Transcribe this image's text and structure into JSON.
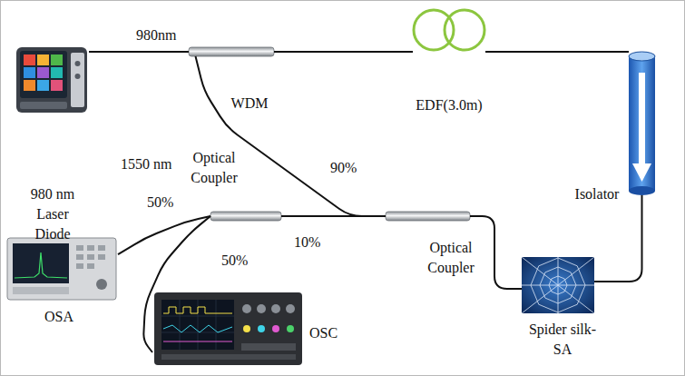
{
  "diagram": {
    "nodes": [
      {
        "text": [
          "980 nm Laser Diode"
        ]
      },
      {
        "text": [
          "WDM"
        ]
      },
      {
        "text": [
          "EDF(3.0m)"
        ]
      },
      {
        "text": [
          "Isolator"
        ]
      },
      {
        "text": [
          "Spider silk-SA"
        ]
      },
      {
        "text": [
          "Optical Coupler"
        ]
      },
      {
        "text": [
          "Optical Coupler"
        ]
      },
      {
        "text": [
          "OSA"
        ]
      },
      {
        "text": [
          "OSC"
        ]
      }
    ],
    "edges": [
      {
        "from": 0,
        "to": 1,
        "label": "980nm",
        "arrow": "none"
      },
      {
        "from": 1,
        "to": 2,
        "arrow": "none"
      },
      {
        "from": 2,
        "to": 3,
        "arrow": "none"
      },
      {
        "from": 3,
        "to": 4,
        "arrow": "none"
      },
      {
        "from": 4,
        "to": 5,
        "arrow": "none"
      },
      {
        "from": 5,
        "to": 1,
        "label": "90%",
        "arrow": "none"
      },
      {
        "from": 5,
        "to": 6,
        "label": "10%",
        "arrow": "none"
      },
      {
        "from": 6,
        "to": 7,
        "label": "50%",
        "arrow": "none"
      },
      {
        "from": 6,
        "to": 8,
        "label": "50%",
        "arrow": "none"
      }
    ],
    "labels": [
      "1550 nm"
    ]
  }
}
